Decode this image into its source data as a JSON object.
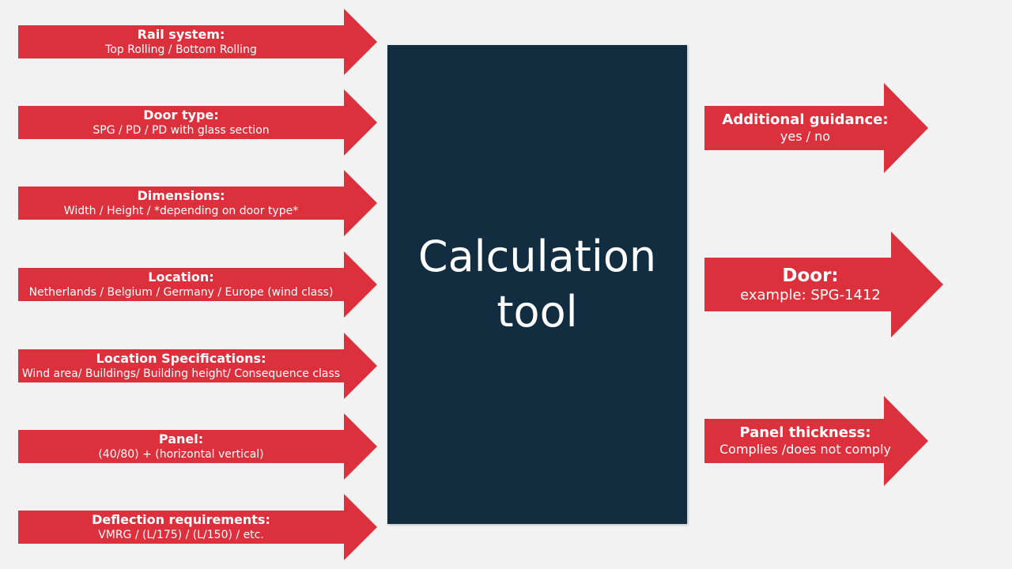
{
  "inputs": [
    {
      "title": "Rail system:",
      "detail": "Top Rolling / Bottom Rolling"
    },
    {
      "title": "Door type:",
      "detail": "SPG / PD / PD with glass section"
    },
    {
      "title": "Dimensions:",
      "detail": "Width / Height / *depending on door type*"
    },
    {
      "title": "Location:",
      "detail": "Netherlands / Belgium / Germany / Europe (wind class)"
    },
    {
      "title": "Location Specifications:",
      "detail": "Wind area/ Buildings/ Building height/ Consequence class"
    },
    {
      "title": "Panel:",
      "detail": "(40/80) + (horizontal vertical)"
    },
    {
      "title": "Deflection requirements:",
      "detail": "VMRG / (L/175) / (L/150) / etc."
    }
  ],
  "center": {
    "title": "Calculation tool"
  },
  "outputs": [
    {
      "title": "Additional guidance:",
      "detail": "yes / no"
    },
    {
      "title": "Door:",
      "detail": "example: SPG-1412"
    },
    {
      "title": "Panel thickness:",
      "detail": "Complies /does not comply"
    }
  ],
  "colors": {
    "arrow": "#dd303d",
    "box": "#132d40",
    "background": "#f2f2f2",
    "text": "#ffffff"
  }
}
